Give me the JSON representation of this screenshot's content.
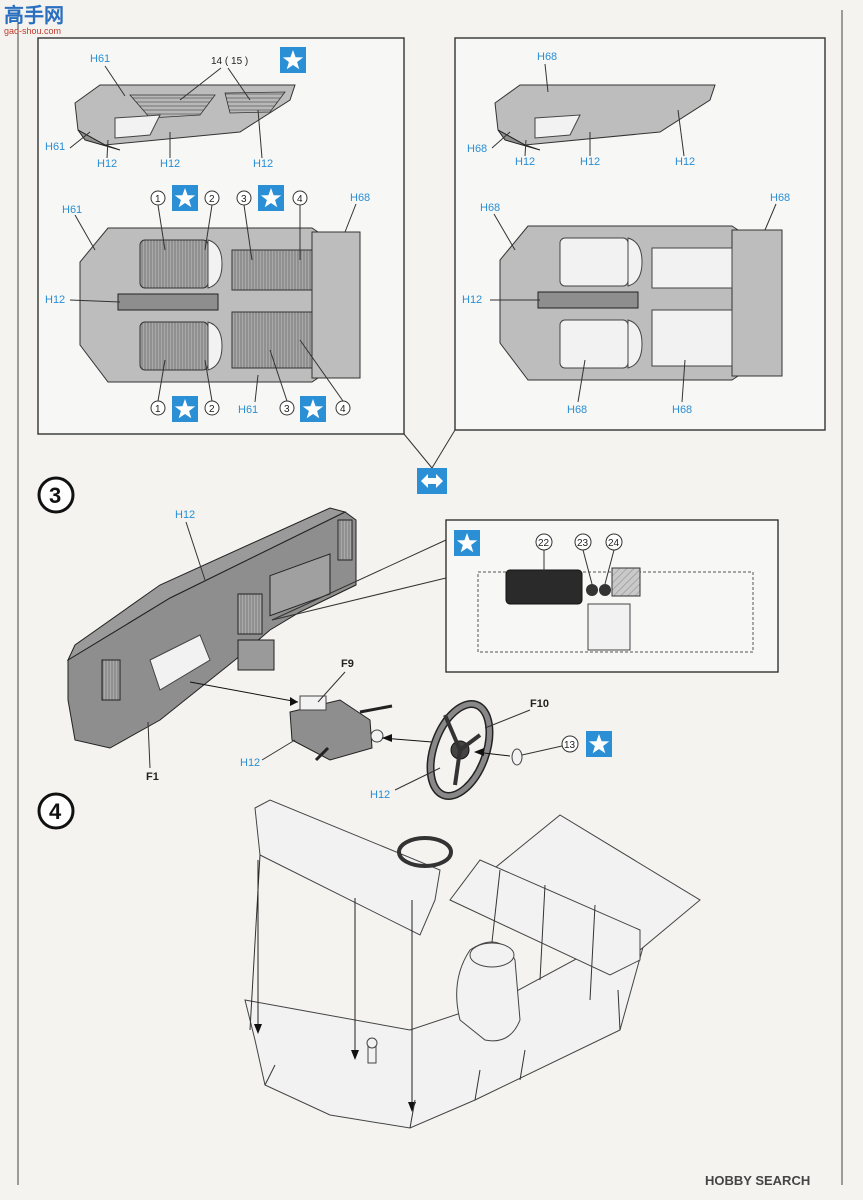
{
  "watermark_top": {
    "logo": "高手网",
    "url": "gao-shou.com"
  },
  "watermark_bottom": "HOBBY SEARCH",
  "panel_left": {
    "labels": {
      "top_h61": "H61",
      "top_callouts": "14 ( 15 )",
      "h61_left": "H61",
      "h12_a": "H12",
      "h12_b": "H12",
      "h12_c": "H12",
      "floor_h61": "H61",
      "floor_h68": "H68",
      "floor_h12": "H12",
      "c1": "1",
      "c2": "2",
      "c3": "3",
      "c4": "4",
      "c1b": "1",
      "c2b": "2",
      "h61_bottom": "H61",
      "c3b": "3",
      "c4b": "4"
    }
  },
  "panel_right": {
    "labels": {
      "top_h68": "H68",
      "h68_left": "H68",
      "h12_a": "H12",
      "h12_b": "H12",
      "h12_c": "H12",
      "floor_h68_left": "H68",
      "floor_h68_right": "H68",
      "floor_h12": "H12",
      "h68_bottom_a": "H68",
      "h68_bottom_b": "H68"
    }
  },
  "step3": {
    "number": "3",
    "labels": {
      "dash_h12": "H12",
      "f9": "F9",
      "f10": "F10",
      "f1": "F1",
      "col_h12": "H12",
      "wheel_h12": "H12",
      "c13": "13",
      "inset_c22": "22",
      "inset_c23": "23",
      "inset_c24": "24"
    }
  },
  "step4": {
    "number": "4"
  }
}
